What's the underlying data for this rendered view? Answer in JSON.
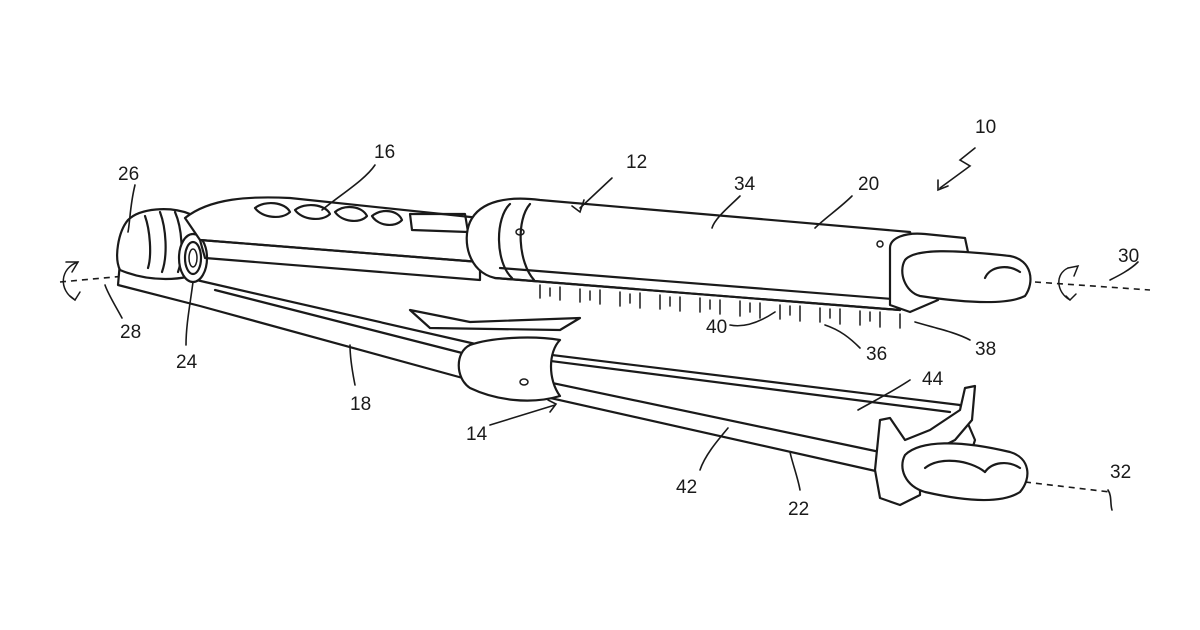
{
  "figure": {
    "reference_numerals": {
      "device": "10",
      "upper_arm": "12",
      "lower_arm": "14",
      "handle_grip": "16",
      "lower_handle": "18",
      "upper_housing": "20",
      "lower_housing": "22",
      "hinge": "24",
      "end_cap": "26",
      "hinge_axis": "28",
      "upper_axis": "30",
      "lower_axis": "32",
      "upper_surface": "34",
      "bristle_array": "36",
      "bristle_base": "38",
      "bristle": "40",
      "lower_surface": "42",
      "lower_edge": "44"
    }
  }
}
